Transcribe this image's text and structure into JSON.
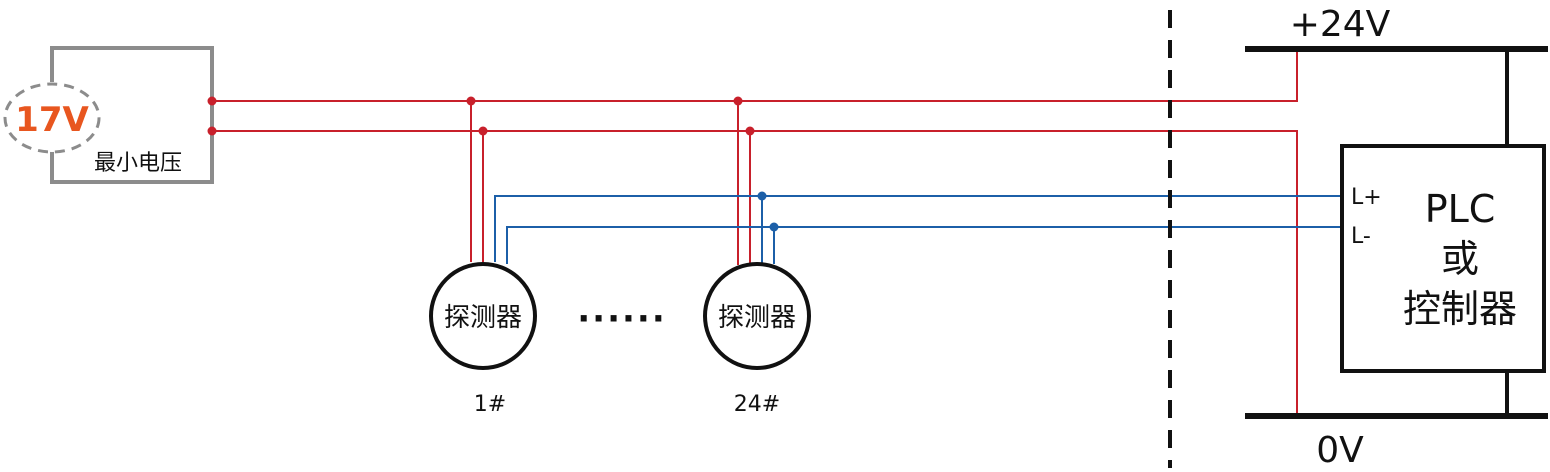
{
  "meter": {
    "voltage": "17V",
    "caption": "最小电压",
    "voltage_color": "#E8561F"
  },
  "detectors": [
    {
      "label": "探测器",
      "number": "1#"
    },
    {
      "label": "探测器",
      "number": "24#"
    }
  ],
  "ellipsis": "······",
  "supply": {
    "positive": "+24V",
    "zero": "0V"
  },
  "controller": {
    "line1": "PLC",
    "line2": "或",
    "line3": "控制器",
    "terminal_plus": "L+",
    "terminal_minus": "L-"
  },
  "colors": {
    "power_wire": "#C8202B",
    "signal_wire": "#1C5FA8",
    "frame": "#8C8C8C",
    "ink": "#111111"
  }
}
